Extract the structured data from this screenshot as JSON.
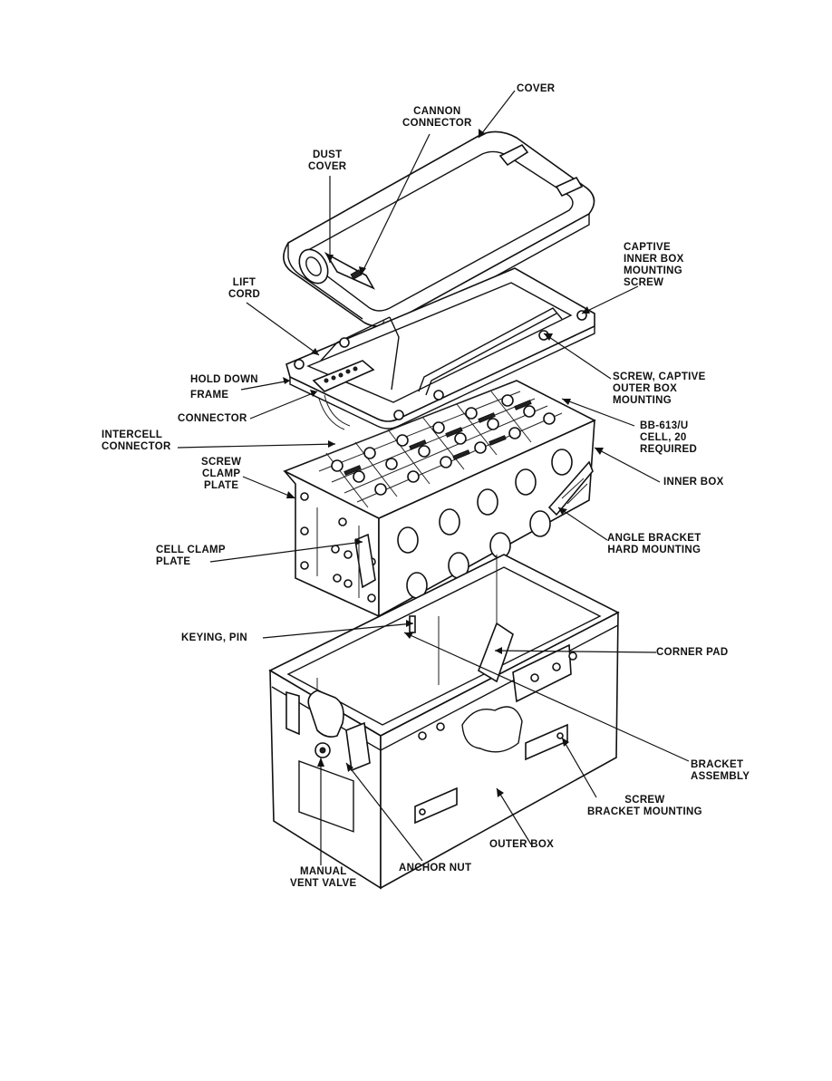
{
  "labels": {
    "cover": "COVER",
    "cannon_connector": [
      "CANNON",
      "CONNECTOR"
    ],
    "dust_cover": [
      "DUST",
      "COVER"
    ],
    "captive_screw": [
      "CAPTIVE",
      "INNER BOX",
      "MOUNTING",
      "SCREW"
    ],
    "lift_cord": [
      "LIFT",
      "CORD"
    ],
    "hold_down_frame": [
      "HOLD DOWN",
      "FRAME"
    ],
    "screw_captive_outer": [
      "SCREW, CAPTIVE",
      "OUTER BOX",
      "MOUNTING"
    ],
    "connector": "CONNECTOR",
    "bb_cell": [
      "BB-613/U",
      "CELL, 20",
      "REQUIRED"
    ],
    "intercell_connector": [
      "INTERCELL",
      "CONNECTOR"
    ],
    "screw_clamp_plate": [
      "SCREW",
      "CLAMP",
      "PLATE"
    ],
    "inner_box": "INNER BOX",
    "cell_clamp_plate": [
      "CELL CLAMP",
      "PLATE"
    ],
    "angle_bracket": [
      "ANGLE BRACKET",
      "HARD MOUNTING"
    ],
    "keying_pin": "KEYING, PIN",
    "corner_pad": "CORNER PAD",
    "bracket_assembly": [
      "BRACKET",
      "ASSEMBLY"
    ],
    "screw_bracket_mounting": [
      "SCREW",
      "BRACKET MOUNTING"
    ],
    "outer_box": "OUTER BOX",
    "anchor_nut": "ANCHOR NUT",
    "manual_vent_valve": [
      "MANUAL",
      "VENT VALVE"
    ]
  }
}
